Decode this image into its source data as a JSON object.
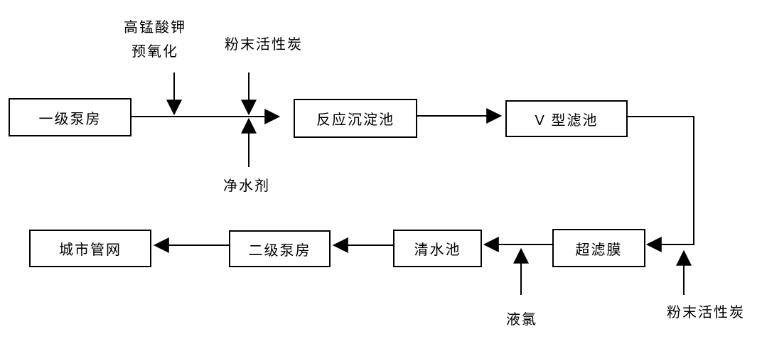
{
  "diagram": {
    "type": "flowchart",
    "subject": "water treatment process",
    "colors": {
      "line": "#000000",
      "text": "#000000",
      "box_fill": "#ffffff",
      "background": "#ffffff"
    },
    "nodes": {
      "primary_pump": {
        "label": "一级泵房"
      },
      "reaction_tank": {
        "label": "反应沉淀池"
      },
      "v_filter": {
        "label": "V 型滤池"
      },
      "ultrafiltration": {
        "label": "超滤膜"
      },
      "clear_water": {
        "label": "清水池"
      },
      "secondary_pump": {
        "label": "二级泵房"
      },
      "city_network": {
        "label": "城市管网"
      }
    },
    "annotations": {
      "kmno4": {
        "line1": "高锰酸钾",
        "line2": "预氧化"
      },
      "pac_top": {
        "label": "粉末活性炭"
      },
      "purifier": {
        "label": "净水剂"
      },
      "chlorine": {
        "label": "液氯"
      },
      "pac_bottom": {
        "label": "粉末活性炭"
      }
    },
    "edges": [
      {
        "from": "一级泵房",
        "to": "反应沉淀池",
        "direction": "right"
      },
      {
        "from": "反应沉淀池",
        "to": "V 型滤池",
        "direction": "right"
      },
      {
        "from": "V 型滤池",
        "to": "超滤膜",
        "direction": "right-down-left"
      },
      {
        "from": "超滤膜",
        "to": "清水池",
        "direction": "left"
      },
      {
        "from": "清水池",
        "to": "二级泵房",
        "direction": "left"
      },
      {
        "from": "二级泵房",
        "to": "城市管网",
        "direction": "left"
      },
      {
        "from": "高锰酸钾预氧化",
        "to": "line 一级泵房→反应沉淀池",
        "direction": "down"
      },
      {
        "from": "粉末活性炭",
        "to": "line 一级泵房→反应沉淀池",
        "direction": "down"
      },
      {
        "from": "净水剂",
        "to": "line 一级泵房→反应沉淀池",
        "direction": "up"
      },
      {
        "from": "液氯",
        "to": "line 超滤膜→清水池",
        "direction": "up"
      },
      {
        "from": "粉末活性炭",
        "to": "line V 型滤池→超滤膜",
        "direction": "up"
      }
    ]
  }
}
